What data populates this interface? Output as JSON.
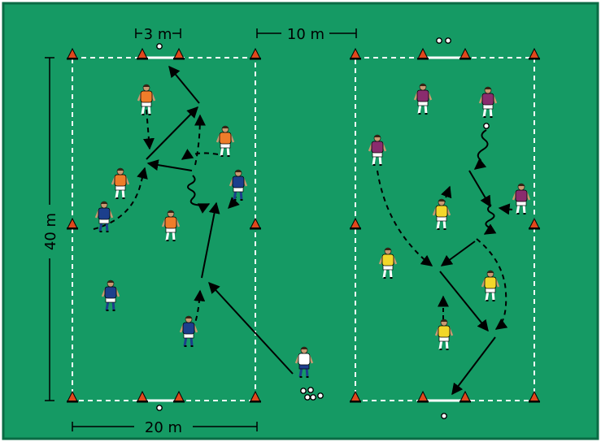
{
  "colors": {
    "field": "#159a64",
    "field_border": "#0b6b44",
    "line": "#ffffff",
    "arrow": "#000000",
    "cone": "#e0481c",
    "orange_bib": "#ee7d2a",
    "blue_kit": "#1c3f8c",
    "purple_kit": "#8a2c6e",
    "yellow_bib": "#f2d72a",
    "coach_kit": "#ffffff"
  },
  "labels": {
    "goal_width": "3 m",
    "gap_between": "10 m",
    "length": "40 m",
    "width": "20 m"
  },
  "icons": [
    "cone-icon",
    "ball-icon",
    "player-icon",
    "arrow-pass",
    "arrow-run",
    "arrow-dribble"
  ]
}
